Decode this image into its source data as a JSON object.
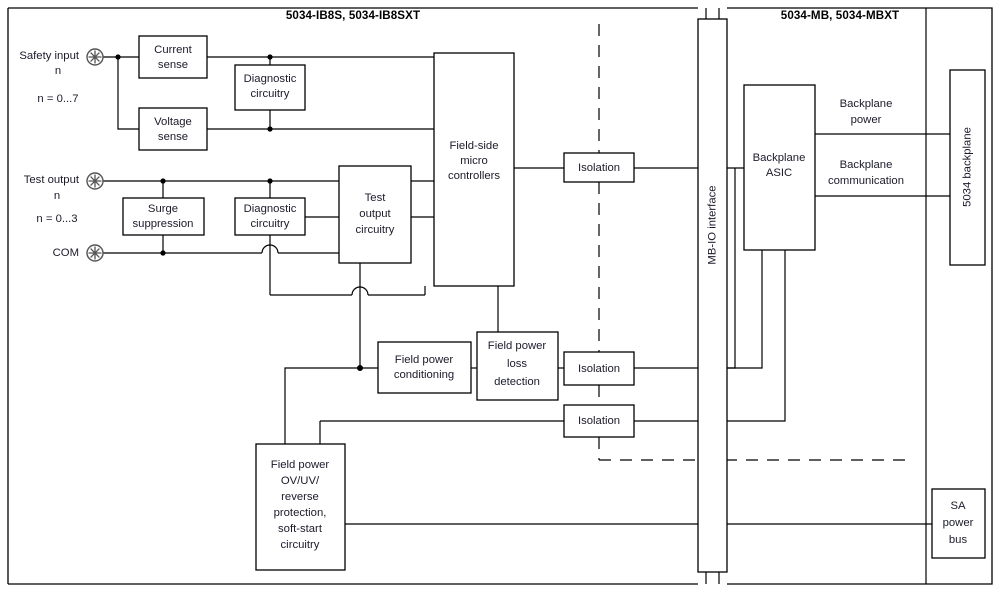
{
  "diagram": {
    "type": "block-diagram",
    "titles": [
      {
        "id": "module-io",
        "text": "5034-IB8S, 5034-IB8SXT"
      },
      {
        "id": "module-mb",
        "text": "5034-MB, 5034-MBXT"
      }
    ],
    "terminals": [
      {
        "id": "safety-input",
        "icon": "terminal-circle-icon",
        "label_line1": "Safety input",
        "label_line2": "n",
        "label_line3": "n = 0...7"
      },
      {
        "id": "test-output",
        "icon": "terminal-circle-icon",
        "label_line1": "Test output",
        "label_line2": "n",
        "label_line3": "n = 0...3"
      },
      {
        "id": "com",
        "icon": "terminal-circle-icon",
        "label_line1": "COM",
        "label_line2": "",
        "label_line3": ""
      }
    ],
    "blocks": [
      {
        "id": "current-sense",
        "lines": [
          "Current",
          "sense"
        ]
      },
      {
        "id": "voltage-sense",
        "lines": [
          "Voltage",
          "sense"
        ]
      },
      {
        "id": "diagnostic-circuitry-input",
        "lines": [
          "Diagnostic",
          "circuitry"
        ]
      },
      {
        "id": "surge-suppression",
        "lines": [
          "Surge",
          "suppression"
        ]
      },
      {
        "id": "diagnostic-circuitry-test",
        "lines": [
          "Diagnostic",
          "circuitry"
        ]
      },
      {
        "id": "test-output-circuitry",
        "lines": [
          "Test",
          "output",
          "circuitry"
        ]
      },
      {
        "id": "field-side-micro-controllers",
        "lines": [
          "Field-side",
          "micro",
          "controllers"
        ]
      },
      {
        "id": "isolation-1",
        "lines": [
          "Isolation"
        ]
      },
      {
        "id": "isolation-2",
        "lines": [
          "Isolation"
        ]
      },
      {
        "id": "isolation-3",
        "lines": [
          "Isolation"
        ]
      },
      {
        "id": "field-power-conditioning",
        "lines": [
          "Field power",
          "conditioning"
        ]
      },
      {
        "id": "field-power-loss-detection",
        "lines": [
          "Field power",
          "loss",
          "detection"
        ]
      },
      {
        "id": "field-power-protection",
        "lines": [
          "Field power",
          "OV/UV/",
          "reverse",
          "protection,",
          "soft-start",
          "circuitry"
        ]
      },
      {
        "id": "mb-io-interface",
        "lines": [
          "MB-IO interface"
        ],
        "orientation": "vertical"
      },
      {
        "id": "backplane-asic",
        "lines": [
          "Backplane",
          "ASIC"
        ]
      },
      {
        "id": "backplane-5034",
        "lines": [
          "5034 backplane"
        ],
        "orientation": "vertical"
      },
      {
        "id": "sa-power-bus",
        "lines": [
          "SA",
          "power",
          "bus"
        ]
      }
    ],
    "wire_labels": [
      {
        "id": "backplane-power",
        "lines": [
          "Backplane",
          "power"
        ]
      },
      {
        "id": "backplane-communication",
        "lines": [
          "Backplane",
          "communication"
        ]
      }
    ],
    "colors": {
      "line": "#000000",
      "background": "#ffffff",
      "text": "#1b1b2b",
      "terminal_stroke": "#555555"
    }
  }
}
